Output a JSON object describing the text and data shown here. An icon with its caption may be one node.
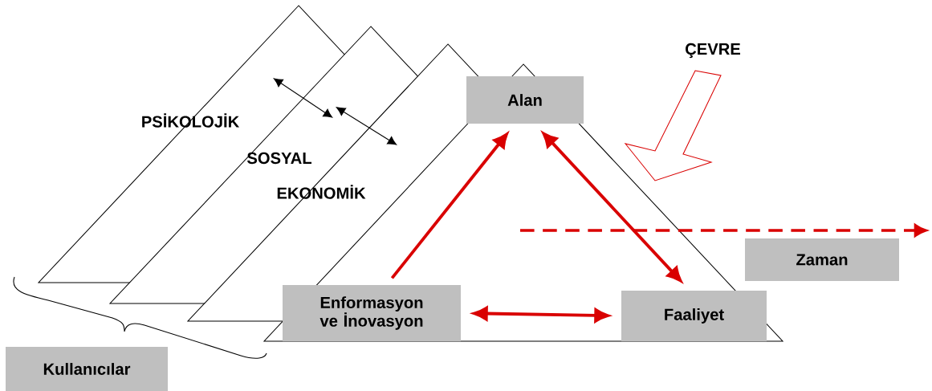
{
  "diagram": {
    "nodes": [
      {
        "text": [
          "Alan"
        ]
      },
      {
        "text": [
          "Enformasyon ve İnovasyon"
        ]
      },
      {
        "text": [
          "Faaliyet"
        ]
      },
      {
        "text": [
          "Zaman"
        ]
      },
      {
        "text": [
          "Kullanıcılar"
        ]
      }
    ],
    "edges": [
      {
        "from": 1,
        "to": 0,
        "arrow": "to"
      },
      {
        "from": 0,
        "to": 2,
        "arrow": "both"
      },
      {
        "from": 1,
        "to": 2,
        "arrow": "both"
      }
    ],
    "labels": [
      "ÇEVRE",
      "PSİKOLOJİK",
      "SOSYAL",
      "EKONOMİK"
    ]
  }
}
